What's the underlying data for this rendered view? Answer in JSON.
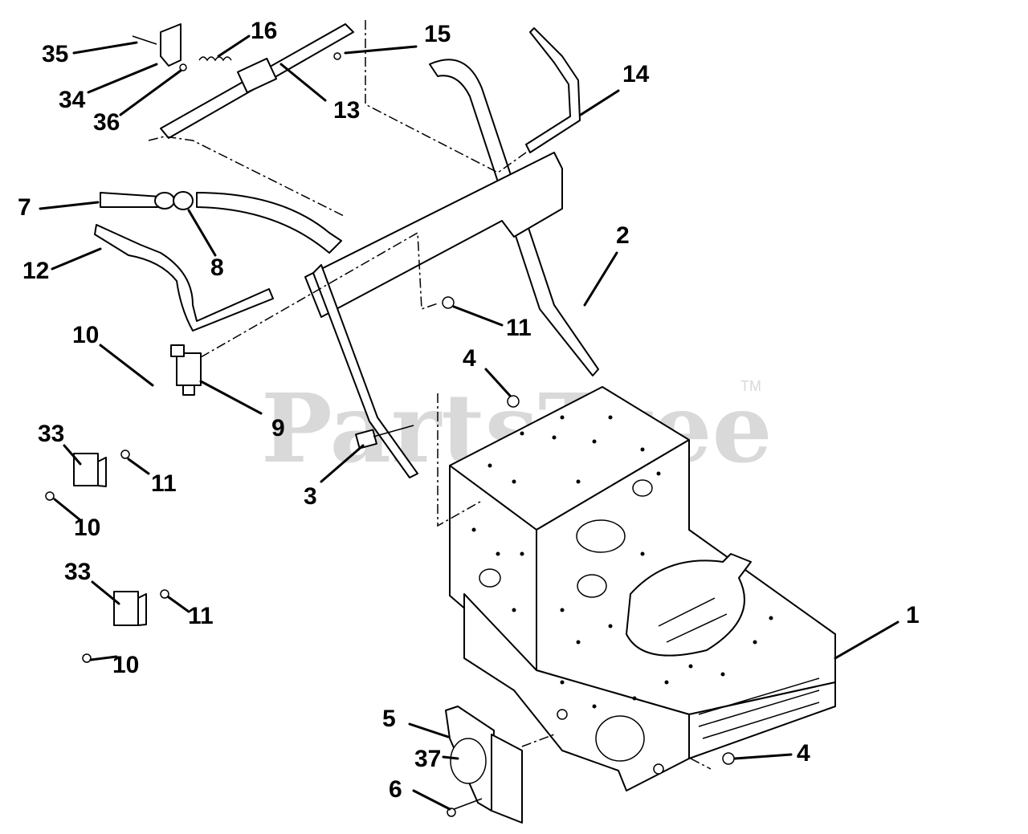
{
  "watermark": {
    "text": "PartsTree",
    "trademark": "TM"
  },
  "colors": {
    "ink": "#000000",
    "watermark": "#d9d9d9",
    "background": "#ffffff"
  },
  "callouts": [
    {
      "id": "c35",
      "label": "35"
    },
    {
      "id": "c16",
      "label": "16"
    },
    {
      "id": "c15",
      "label": "15"
    },
    {
      "id": "c34",
      "label": "34"
    },
    {
      "id": "c36",
      "label": "36"
    },
    {
      "id": "c13",
      "label": "13"
    },
    {
      "id": "c14",
      "label": "14"
    },
    {
      "id": "c7",
      "label": "7"
    },
    {
      "id": "c8",
      "label": "8"
    },
    {
      "id": "c12",
      "label": "12"
    },
    {
      "id": "c2",
      "label": "2"
    },
    {
      "id": "c11a",
      "label": "11"
    },
    {
      "id": "c10a",
      "label": "10"
    },
    {
      "id": "c9",
      "label": "9"
    },
    {
      "id": "c4a",
      "label": "4"
    },
    {
      "id": "c33a",
      "label": "33"
    },
    {
      "id": "c11b",
      "label": "11"
    },
    {
      "id": "c10b",
      "label": "10"
    },
    {
      "id": "c3",
      "label": "3"
    },
    {
      "id": "c33b",
      "label": "33"
    },
    {
      "id": "c11c",
      "label": "11"
    },
    {
      "id": "c10c",
      "label": "10"
    },
    {
      "id": "c1",
      "label": "1"
    },
    {
      "id": "c5",
      "label": "5"
    },
    {
      "id": "c37",
      "label": "37"
    },
    {
      "id": "c6",
      "label": "6"
    },
    {
      "id": "c4b",
      "label": "4"
    }
  ]
}
